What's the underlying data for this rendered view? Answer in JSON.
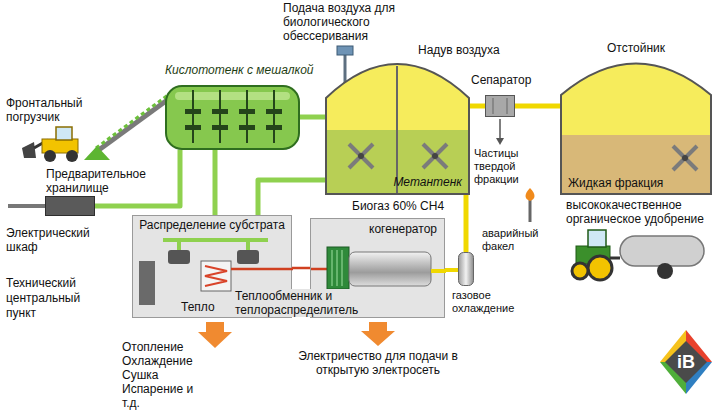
{
  "diagram": {
    "nodes": [
      {
        "text": [
          "Кислототенк с мешалкой"
        ]
      },
      {
        "text": [
          "Метантенк"
        ]
      },
      {
        "text": [
          "Сепаратор"
        ]
      },
      {
        "text": [
          "Отстойник",
          "Жидкая фракция"
        ]
      },
      {
        "text": [
          "Предварительное хранилище"
        ]
      },
      {
        "text": [
          "Распределение субстрата",
          "Тепло"
        ]
      },
      {
        "text": [
          "когенератор"
        ]
      },
      {
        "text": [
          "газовое охлаждение"
        ]
      }
    ],
    "edges": [
      {
        "from": 4,
        "to": 0,
        "arrow": "none"
      },
      {
        "from": 0,
        "to": 1,
        "arrow": "none"
      },
      {
        "from": 1,
        "to": 2,
        "arrow": "none"
      },
      {
        "from": 2,
        "to": 3,
        "arrow": "none"
      },
      {
        "from": 5,
        "to": 0,
        "arrow": "none"
      },
      {
        "from": 5,
        "to": 1,
        "arrow": "none"
      },
      {
        "from": 1,
        "to": 7,
        "arrow": "none"
      },
      {
        "from": 7,
        "to": 6,
        "arrow": "none"
      },
      {
        "from": 6,
        "to": 5,
        "arrow": "none"
      }
    ],
    "labels": [
      "Подача воздуха для биологического обессеривания",
      "Надув воздуха",
      "Фронтальный погрузчик",
      "Частицы твердой фракции",
      "высококачественное органическое удобрение",
      "Электрический шкаф",
      "Биогаз 60% CH4",
      "аварийный факел",
      "Технический центральный пункт",
      "Теплообменник и теплораспределитель",
      "Отопление Охлаждение Сушка Испарение и т.д.",
      "Электричество для подачи в открытую электросеть",
      "iB"
    ]
  }
}
